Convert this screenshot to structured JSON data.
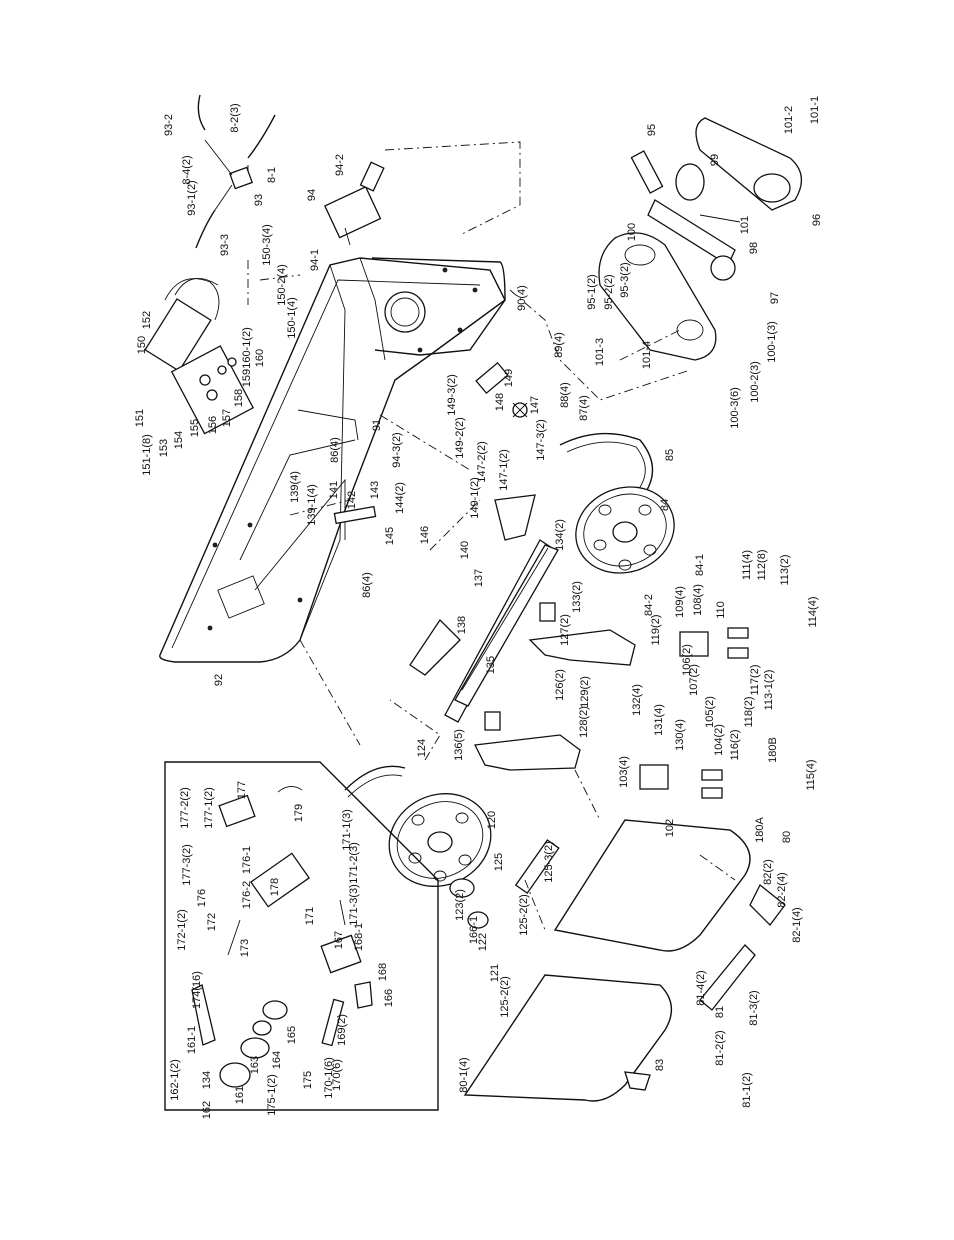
{
  "diagram": {
    "labels": [
      "93-2",
      "8-2(3)",
      "8-4(2)",
      "8-1",
      "93-1(2)",
      "93",
      "93-3",
      "94-2",
      "94",
      "94-1",
      "150-3(4)",
      "150-2(4)",
      "150-1(4)",
      "152",
      "150",
      "160-1(2)",
      "160",
      "159",
      "158",
      "157",
      "156",
      "155",
      "154",
      "153",
      "151",
      "151-1(8)",
      "95",
      "99",
      "101-2",
      "101-1",
      "96",
      "101",
      "98",
      "100",
      "95-1(2)",
      "95-2(2)",
      "95-3(2)",
      "97",
      "101-3",
      "101-4",
      "100-1(3)",
      "100-2(3)",
      "100-3(6)",
      "90(4)",
      "89(4)",
      "88(4)",
      "87(4)",
      "149",
      "148",
      "149-3(2)",
      "149-2(2)",
      "149-1(2)",
      "147",
      "147-2(2)",
      "147-1(2)",
      "147-3(2)",
      "91",
      "86(4)",
      "94-3(2)",
      "85",
      "84",
      "84-1",
      "84-2",
      "134(2)",
      "133(2)",
      "127(2)",
      "139(4)",
      "139-1(4)",
      "141",
      "142",
      "143",
      "144(2)",
      "145",
      "146",
      "140",
      "137",
      "138",
      "135",
      "126(2)",
      "129(2)",
      "128(2)",
      "132(4)",
      "131(4)",
      "130(4)",
      "106(2)",
      "107(2)",
      "105(2)",
      "104(2)",
      "109(4)",
      "108(4)",
      "110",
      "119(2)",
      "111(4)",
      "112(8)",
      "113(2)",
      "114(4)",
      "117(2)",
      "118(2)",
      "116(2)",
      "113-1(2)",
      "180B",
      "103(4)",
      "102",
      "115(4)",
      "180A",
      "80",
      "92",
      "86(4)",
      "124",
      "136(5)",
      "120",
      "125",
      "125-3(2)",
      "125-2(2)",
      "123(2)",
      "166-1",
      "122",
      "121",
      "125-2(2)",
      "82(2)",
      "82-2(4)",
      "82-1(4)",
      "81-4(2)",
      "81",
      "81-3(2)",
      "81-2(2)",
      "81-1(2)",
      "83",
      "80-1(4)",
      "177-2(2)",
      "177-1(2)",
      "177",
      "179",
      "177-3(2)",
      "176",
      "176-1",
      "176-2",
      "178",
      "171",
      "171-1(3)",
      "171-2(3)",
      "171-3(3)",
      "172-1(2)",
      "172",
      "173",
      "174(16)",
      "167",
      "168-1",
      "168",
      "166",
      "169(2)",
      "170(6)",
      "170-1(6)",
      "165",
      "164",
      "163",
      "175",
      "175-1(2)",
      "161-1",
      "161",
      "162-1(2)",
      "134",
      "162"
    ]
  }
}
